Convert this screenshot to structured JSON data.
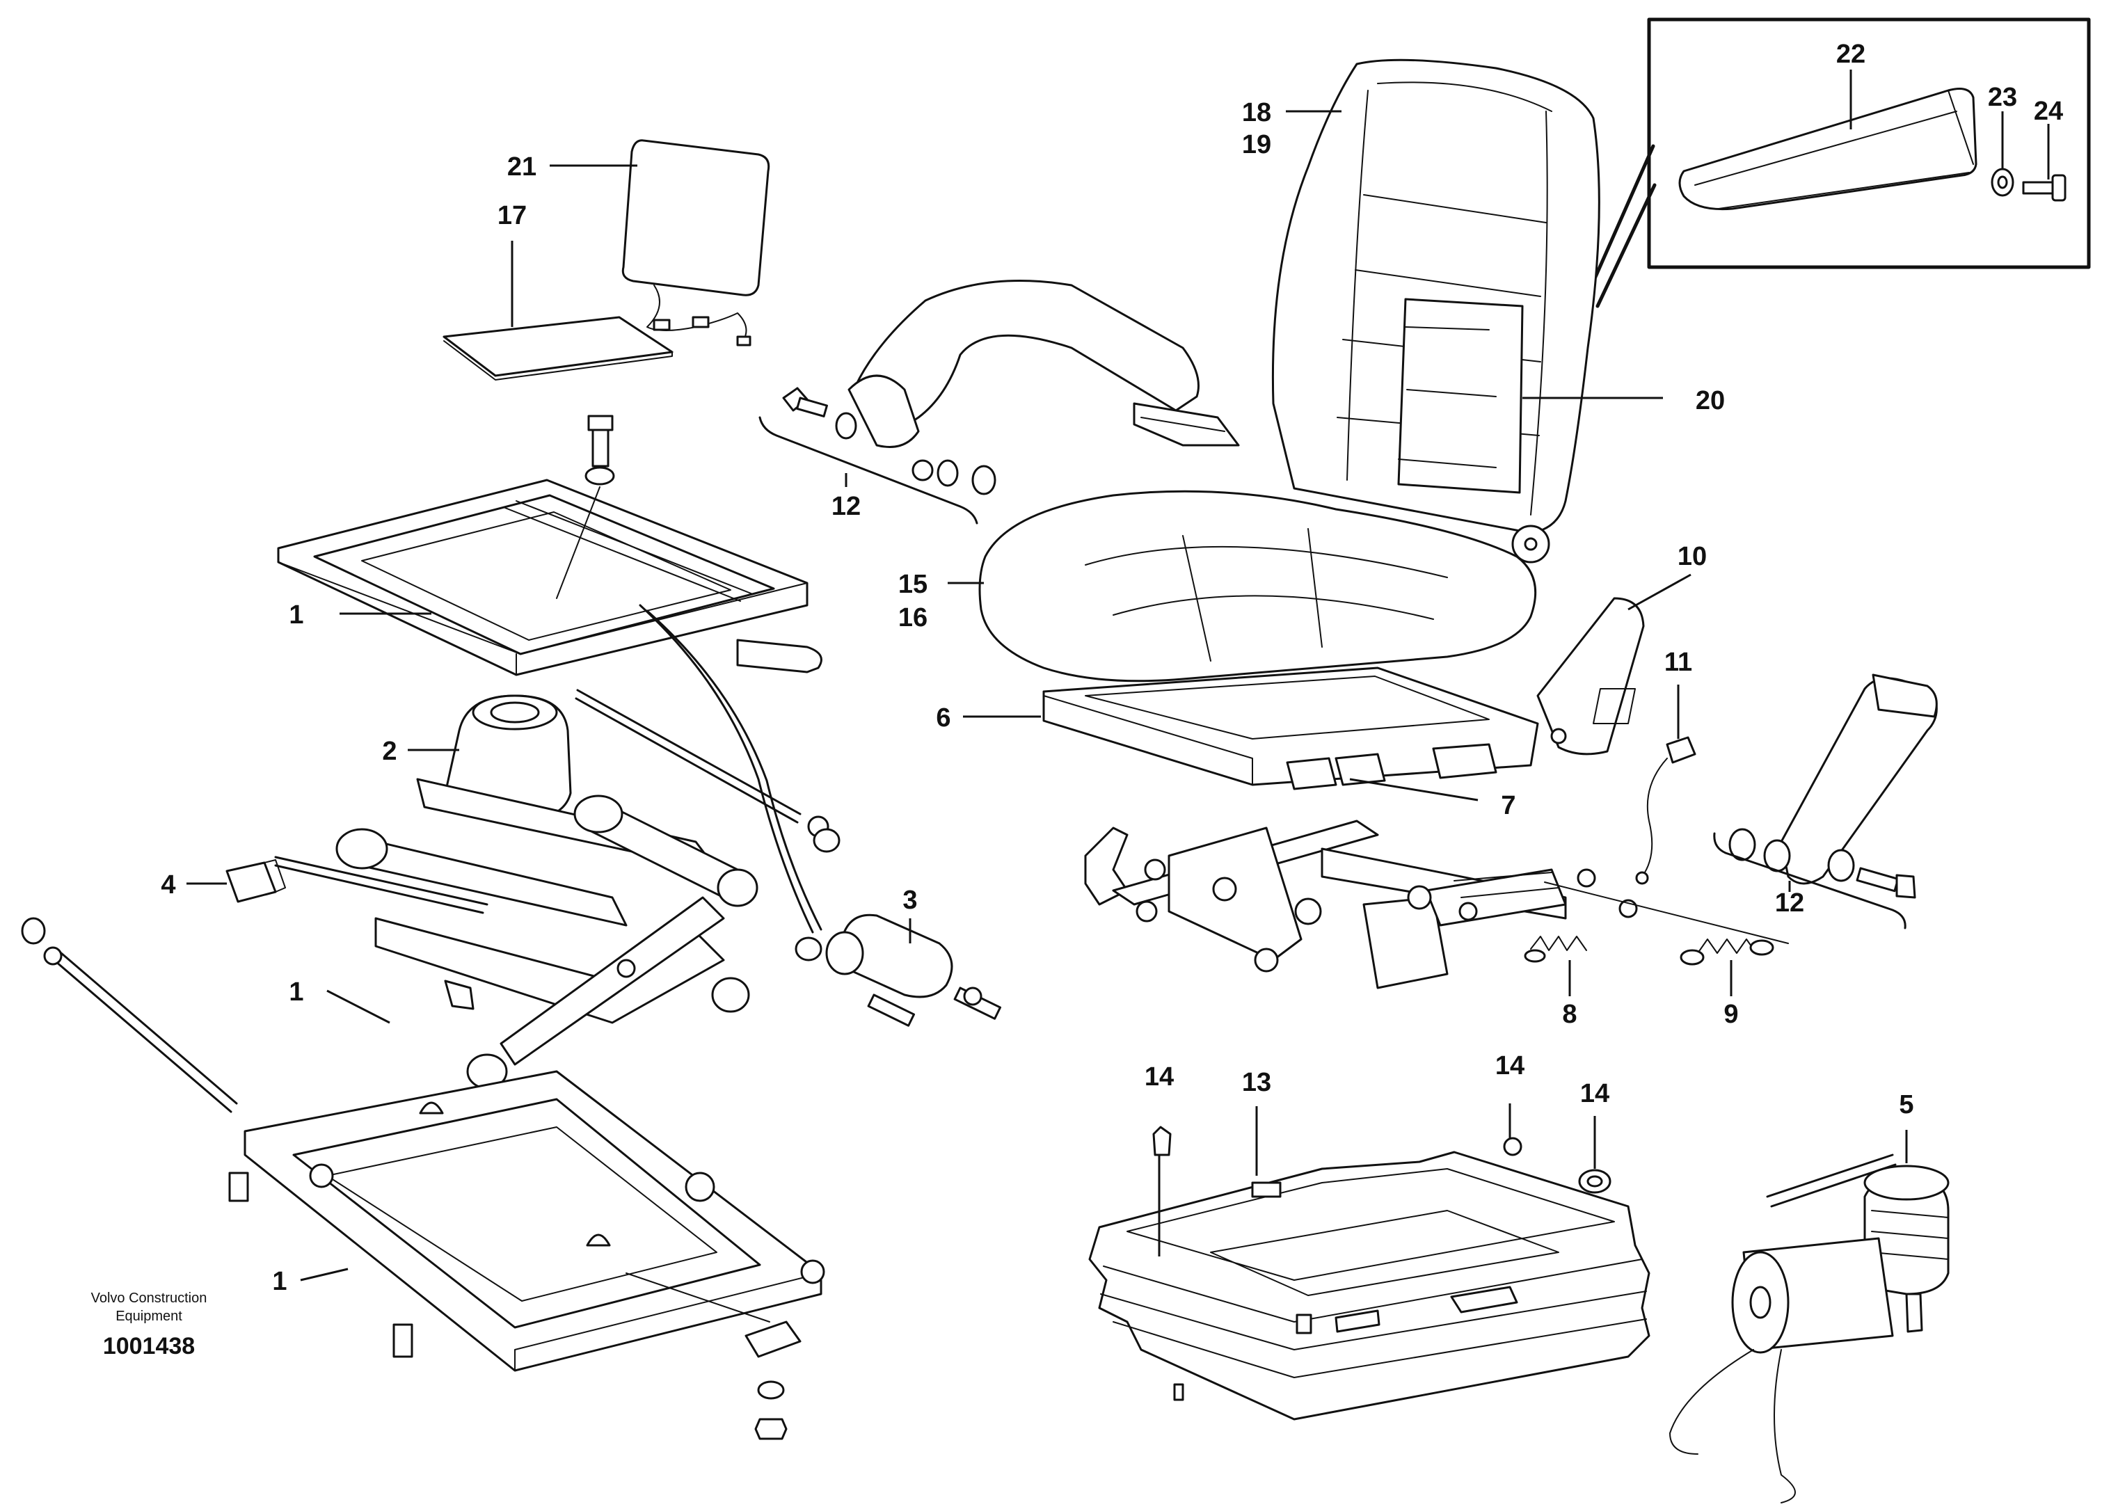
{
  "caption": {
    "company_line1": "Volvo Construction",
    "company_line2": "Equipment",
    "drawing_number": "1001438"
  },
  "labels": {
    "p1a": "1",
    "p1b": "1",
    "p1c": "1",
    "p2": "2",
    "p3": "3",
    "p4": "4",
    "p5": "5",
    "p6": "6",
    "p7": "7",
    "p8": "8",
    "p9": "9",
    "p10": "10",
    "p11": "11",
    "p12a": "12",
    "p12b": "12",
    "p13": "13",
    "p14a": "14",
    "p14b": "14",
    "p14c": "14",
    "p15": "15",
    "p16": "16",
    "p17": "17",
    "p18": "18",
    "p19": "19",
    "p20": "20",
    "p21": "21",
    "p22": "22",
    "p23": "23",
    "p24": "24"
  }
}
